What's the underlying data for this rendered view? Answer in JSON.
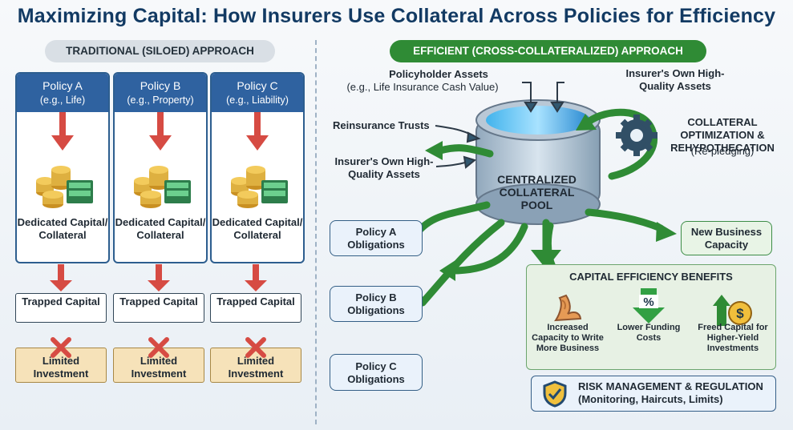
{
  "title": "Maximizing Capital: How Insurers Use Collateral Across Policies for Efficiency",
  "left": {
    "label": "TRADITIONAL (SILOED) APPROACH",
    "policies": [
      {
        "name": "Policy A",
        "detail": "(e.g., Life)",
        "capital": "Dedicated Capital/ Collateral",
        "trapped": "Trapped Capital",
        "limited": "Limited Investment"
      },
      {
        "name": "Policy B",
        "detail": "(e.g., Property)",
        "capital": "Dedicated Capital/ Collateral",
        "trapped": "Trapped Capital",
        "limited": "Limited Investment"
      },
      {
        "name": "Policy C",
        "detail": "(e.g., Liability)",
        "capital": "Dedicated Capital/ Collateral",
        "trapped": "Trapped Capital",
        "limited": "Limited Investment"
      }
    ]
  },
  "right": {
    "label": "EFFICIENT (CROSS-COLLATERALIZED) APPROACH",
    "sources": {
      "policyholder": "Policyholder Assets",
      "policyholder_detail": "(e.g., Life Insurance Cash Value)",
      "insurer_top": "Insurer's Own High-Quality Assets",
      "reinsurance": "Reinsurance Trusts",
      "insurer_left": "Insurer's Own High-Quality Assets"
    },
    "optimization": {
      "title": "COLLATERAL OPTIMIZATION & REHYPOTHECATION",
      "detail": "(Re-pledging)"
    },
    "pool": "CENTRALIZED COLLATERAL POOL",
    "obligations": [
      "Policy A Obligations",
      "Policy B Obligations",
      "Policy C Obligations"
    ],
    "new_business": "New Business Capacity",
    "benefits": {
      "title": "CAPITAL EFFICIENCY BENEFITS",
      "items": [
        "Increased Capacity to Write More Business",
        "Lower Funding Costs",
        "Freed Capital for Higher-Yield Investments"
      ],
      "percent_symbol": "%",
      "dollar_symbol": "$"
    },
    "risk": "RISK MANAGEMENT & REGULATION (Monitoring, Haircuts, Limits)"
  },
  "colors": {
    "navy": "#123a63",
    "blue": "#2f62a0",
    "green": "#2f8b35",
    "red": "#d64b43"
  },
  "icons": [
    "coins-and-cash-icon",
    "red-cross-icon",
    "gear-icon",
    "muscle-arm-icon",
    "percent-down-icon",
    "dollar-up-icon",
    "shield-check-icon"
  ]
}
